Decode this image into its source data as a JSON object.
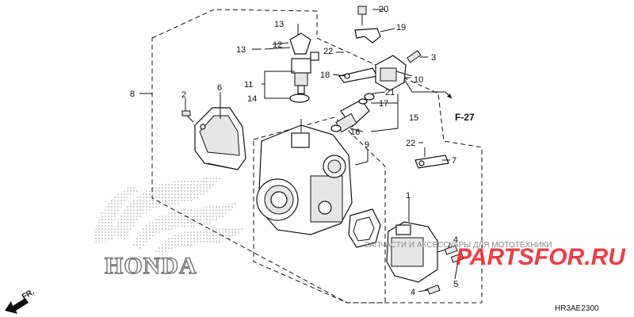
{
  "diagram": {
    "callouts": [
      "1",
      "2",
      "3",
      "4",
      "4",
      "5",
      "6",
      "7",
      "8",
      "9",
      "10",
      "11",
      "12",
      "13",
      "13",
      "14",
      "15",
      "16",
      "17",
      "18",
      "19",
      "20",
      "21",
      "22",
      "22"
    ],
    "reference_label": "F-27",
    "diagram_code": "HR3AE2300",
    "direction_label": "FR.",
    "brand_logo_text": "HONDA"
  },
  "watermark": {
    "caption": "ЗАПЧАСТИ И АКСЕССУАРЫ ДЛЯ МОТОТЕХНИКИ",
    "site": "PARTSFOR.RU",
    "color": "#ec1c24"
  }
}
